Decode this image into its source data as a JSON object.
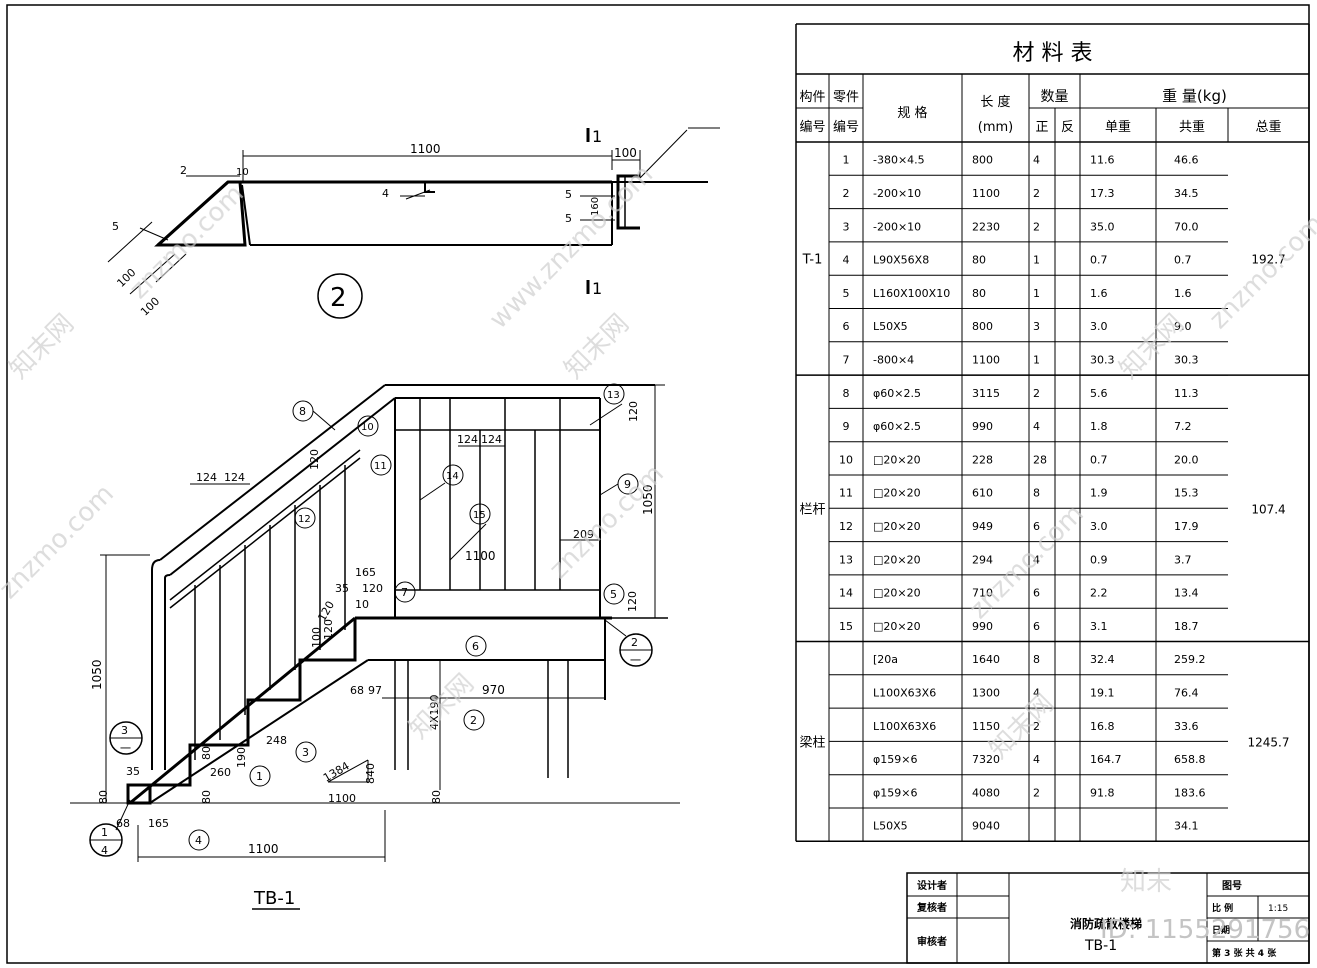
{
  "drawing_title": "TB-1",
  "section_label": "2",
  "material_table": {
    "title": "材 料 表",
    "headers": {
      "member_no": [
        "构件",
        "编号"
      ],
      "part_no": [
        "零件",
        "编号"
      ],
      "spec": "规 格",
      "length": [
        "长 度",
        "(mm)"
      ],
      "qty": "数量",
      "qty_pos": "正",
      "qty_rev": "反",
      "weight": "重 量(kg)",
      "unit_w": "单重",
      "sum_w": "共重",
      "total_w": "总重"
    },
    "groups": [
      {
        "name": "T-1",
        "total": "192.7",
        "rows": [
          {
            "no": "1",
            "spec": "-380×4.5",
            "len": "800",
            "qty": "4",
            "unit": "11.6",
            "sum": "46.6"
          },
          {
            "no": "2",
            "spec": "-200×10",
            "len": "1100",
            "qty": "2",
            "unit": "17.3",
            "sum": "34.5"
          },
          {
            "no": "3",
            "spec": "-200×10",
            "len": "2230",
            "qty": "2",
            "unit": "35.0",
            "sum": "70.0"
          },
          {
            "no": "4",
            "spec": "L90X56X8",
            "len": "80",
            "qty": "1",
            "unit": "0.7",
            "sum": "0.7"
          },
          {
            "no": "5",
            "spec": "L160X100X10",
            "len": "80",
            "qty": "1",
            "unit": "1.6",
            "sum": "1.6"
          },
          {
            "no": "6",
            "spec": "L50X5",
            "len": "800",
            "qty": "3",
            "unit": "3.0",
            "sum": "9.0"
          },
          {
            "no": "7",
            "spec": "-800×4",
            "len": "1100",
            "qty": "1",
            "unit": "30.3",
            "sum": "30.3"
          }
        ]
      },
      {
        "name": "栏杆",
        "total": "107.4",
        "rows": [
          {
            "no": "8",
            "spec": "φ60×2.5",
            "len": "3115",
            "qty": "2",
            "unit": "5.6",
            "sum": "11.3"
          },
          {
            "no": "9",
            "spec": "φ60×2.5",
            "len": "990",
            "qty": "4",
            "unit": "1.8",
            "sum": "7.2"
          },
          {
            "no": "10",
            "spec": "□20×20",
            "len": "228",
            "qty": "28",
            "unit": "0.7",
            "sum": "20.0"
          },
          {
            "no": "11",
            "spec": "□20×20",
            "len": "610",
            "qty": "8",
            "unit": "1.9",
            "sum": "15.3"
          },
          {
            "no": "12",
            "spec": "□20×20",
            "len": "949",
            "qty": "6",
            "unit": "3.0",
            "sum": "17.9"
          },
          {
            "no": "13",
            "spec": "□20×20",
            "len": "294",
            "qty": "4",
            "unit": "0.9",
            "sum": "3.7"
          },
          {
            "no": "14",
            "spec": "□20×20",
            "len": "710",
            "qty": "6",
            "unit": "2.2",
            "sum": "13.4"
          },
          {
            "no": "15",
            "spec": "□20×20",
            "len": "990",
            "qty": "6",
            "unit": "3.1",
            "sum": "18.7"
          }
        ]
      },
      {
        "name": "梁柱",
        "total": "1245.7",
        "rows": [
          {
            "no": "",
            "spec": "[20a",
            "len": "1640",
            "qty": "8",
            "unit": "32.4",
            "sum": "259.2"
          },
          {
            "no": "",
            "spec": "L100X63X6",
            "len": "1300",
            "qty": "4",
            "unit": "19.1",
            "sum": "76.4"
          },
          {
            "no": "",
            "spec": "L100X63X6",
            "len": "1150",
            "qty": "2",
            "unit": "16.8",
            "sum": "33.6"
          },
          {
            "no": "",
            "spec": "φ159×6",
            "len": "7320",
            "qty": "4",
            "unit": "164.7",
            "sum": "658.8"
          },
          {
            "no": "",
            "spec": "φ159×6",
            "len": "4080",
            "qty": "2",
            "unit": "91.8",
            "sum": "183.6"
          },
          {
            "no": "",
            "spec": "L50X5",
            "len": "9040",
            "qty": "",
            "unit": "",
            "sum": "34.1"
          }
        ]
      }
    ]
  },
  "title_block": {
    "designer": "设计者",
    "checker": "复核者",
    "reviewer": "审核者",
    "project": "消防疏散楼梯",
    "drawing_no": "TB-1",
    "fig_no": "图号",
    "scale_label": "比 例",
    "scale": "1:15",
    "date_label": "日期",
    "sheet": "第 3 张 共 4 张"
  },
  "upper_view": {
    "dims": [
      "1100",
      "100",
      "10",
      "100",
      "100",
      "160"
    ],
    "section_mark": "1",
    "callouts": [
      "2",
      "4",
      "5",
      "5",
      "5"
    ]
  },
  "lower_view": {
    "dims": [
      "124",
      "124",
      "124",
      "124",
      "120",
      "120",
      "1050",
      "1050",
      "165",
      "120",
      "10",
      "35",
      "209",
      "1100",
      "970",
      "68",
      "97",
      "4X190",
      "1100",
      "165",
      "68",
      "80",
      "80",
      "80",
      "35",
      "190",
      "260",
      "248",
      "1384",
      "840",
      "1100",
      "120",
      "120",
      "100",
      "120",
      "80"
    ],
    "callouts": [
      "1",
      "2",
      "3",
      "4",
      "5",
      "6",
      "7",
      "8",
      "9",
      "10",
      "11",
      "12",
      "13",
      "14",
      "15"
    ],
    "detail_marks": [
      {
        "top": "1",
        "bot": "4"
      },
      {
        "top": "3",
        "bot": "一"
      },
      {
        "top": "2",
        "bot": "一"
      }
    ]
  },
  "watermarks": [
    "znzmo.com",
    "www.znzmo.com",
    "知末网",
    "知末"
  ],
  "id_text": "ID: 1155291756"
}
